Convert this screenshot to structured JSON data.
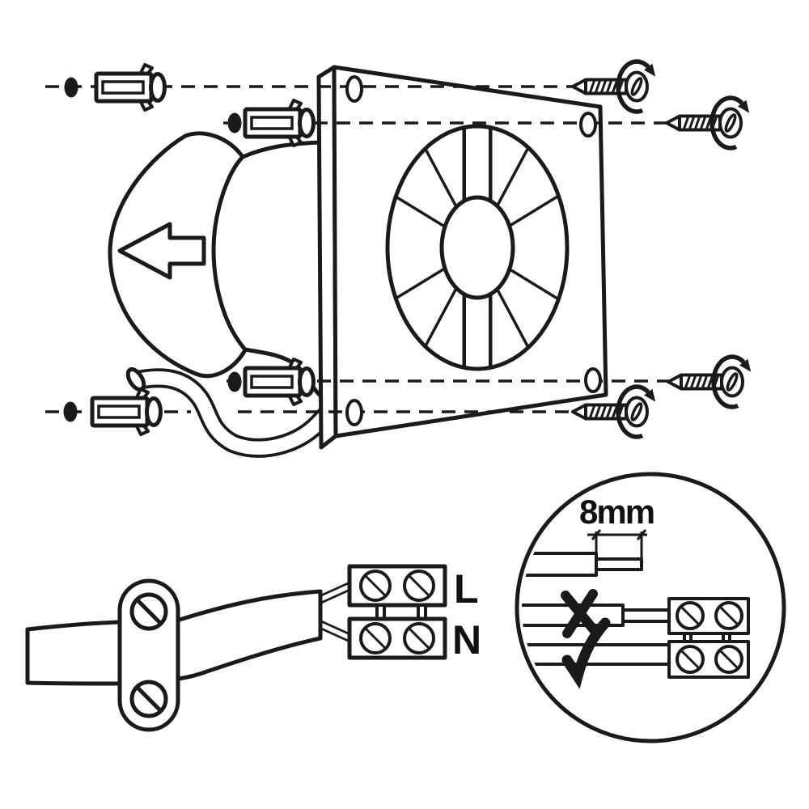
{
  "colors": {
    "background": "#ffffff",
    "ink": "#1a1a1a"
  },
  "wiring": {
    "terminal_live_label": "L",
    "terminal_neutral_label": "N",
    "terminal_block_count": 2,
    "terminal_screws_per_block": 2
  },
  "detail_inset": {
    "strip_length_label": "8mm",
    "wrong_mark_icon": "cross-icon",
    "correct_mark_icon": "check-icon"
  },
  "mounting": {
    "wall_plug_count": 4,
    "screw_count": 4,
    "mounting_hole_count": 4,
    "rotation_arrow_count": 4,
    "alignment_line_count": 4
  },
  "icons": {
    "airflow_arrow": "left-pointing airflow arrow on fan motor housing",
    "rotation_arrow": "clockwise screw-driving arrow",
    "cross": "incorrect wiring example mark",
    "check": "correct wiring example mark"
  }
}
